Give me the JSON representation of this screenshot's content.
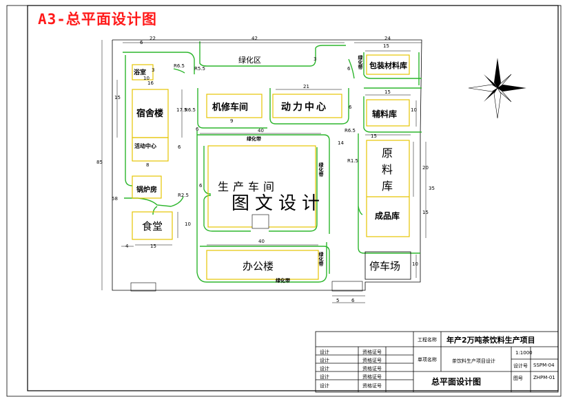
{
  "title": "A3-总平面设计图",
  "watermark": "图文设计",
  "buildings": {
    "greenzone_top": "绿化区",
    "packaging": "包装材料库",
    "dorm": "宿舍楼",
    "bath": "浴室",
    "machine_shop": "机修车间",
    "power_center": "动力中心",
    "aux_store": "辅料库",
    "activity": "活动中心",
    "raw_store": "原料库",
    "production": "生产车间",
    "boiler": "锅炉房",
    "canteen": "食堂",
    "product_store": "成品库",
    "office": "办公楼",
    "parking": "停车场"
  },
  "green_belts": {
    "prod_top": "绿化带",
    "prod_right": "绿化带",
    "office_bottom": "绿化带",
    "office_right": "绿化带",
    "pack_left": "绿化带"
  },
  "dimensions": {
    "d6a": "6",
    "d22": "22",
    "d42": "42",
    "d24": "24",
    "d15a": "15",
    "d3a": "3",
    "d10a": "10",
    "d16": "16",
    "d15b": "15",
    "d17": "17.5",
    "d21": "21",
    "d15c": "15",
    "d10b": "10",
    "d40a": "40",
    "d14": "14",
    "d15d": "15",
    "d20": "20",
    "d35": "35",
    "d15e": "15",
    "d6b": "6",
    "d10c": "10",
    "d40b": "40",
    "d15f": "15",
    "d10d": "10",
    "d4": "4",
    "d5": "5",
    "d6c": "6",
    "d85": "85",
    "d58": "58",
    "d3b": "3",
    "r5a": "R6.5",
    "r5b": "R5.5",
    "r5c": "R6.5",
    "r5d": "R1.5",
    "r5e": "R6.5",
    "r5f": "R2.5",
    "d9": "9",
    "d6d": "6",
    "d6e": "6",
    "d6f": "6",
    "d6g": "6",
    "d8": "8"
  },
  "title_block": {
    "project_label": "工程名称",
    "project_name": "年产2万吨茶饮料生产项目",
    "scale": "1:1000",
    "design_rows": [
      "设计",
      "设计",
      "设计",
      "设计",
      "设计"
    ],
    "license_rows": [
      "资格证号",
      "资格证号",
      "资格证号",
      "资格证号",
      "资格证号"
    ],
    "unit_label": "单项名称",
    "unit_name": "茶饮料生产项目设计",
    "drawing_name": "总平面设计图",
    "design_no_label": "设计号",
    "design_no": "SSPM-04",
    "drawing_no_label": "图号",
    "drawing_no": "ZHPM-01"
  }
}
